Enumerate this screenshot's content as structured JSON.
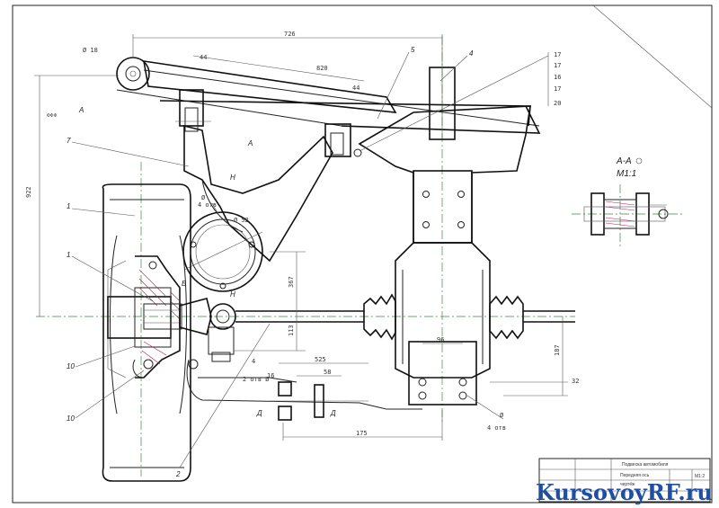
{
  "dimensions": {
    "overall_width": "726",
    "spring_length": "820",
    "left_offset": "44",
    "right_offset": "44",
    "eye_diameter": "Ø 18",
    "knuckle_diameter": "Ø 52",
    "height_total": "922",
    "height_mid": "367",
    "height_low": "113",
    "small_h": "4",
    "bracket_width": "525",
    "bracket_sub": "58",
    "bracket_small": "16",
    "lower_length": "175",
    "diff_width": "96",
    "right_height": "187",
    "right_small": "32",
    "bolt_note_a": "Ø",
    "bolt_note_a2": "4 отв",
    "bolt_note_b": "Ø",
    "bolt_note_b2": "4 отв",
    "bolt_note_c": "2 отв Ø",
    "right_column": [
      "17",
      "17",
      "16",
      "17",
      "20"
    ]
  },
  "callouts": {
    "c1": "1",
    "c2": "1",
    "c3": "2",
    "c4": "4",
    "c5": "5",
    "c7": "7",
    "c10a": "10",
    "c10b": "10"
  },
  "markers": {
    "section_a_top": "A",
    "section_a_mid": "A",
    "section_b": "Б",
    "section_h1": "Н",
    "section_h2": "Н",
    "section_d1": "Д",
    "section_d2": "Д"
  },
  "section_view": {
    "title": "А-А",
    "scale": "М1:1"
  },
  "title_block": {
    "drawing_title": "Подвеска автомобиля",
    "line1": "Передняя ось",
    "line2": "чертёж",
    "scale_cell": "М1:2"
  },
  "watermark": "KursovoyRF.ru"
}
